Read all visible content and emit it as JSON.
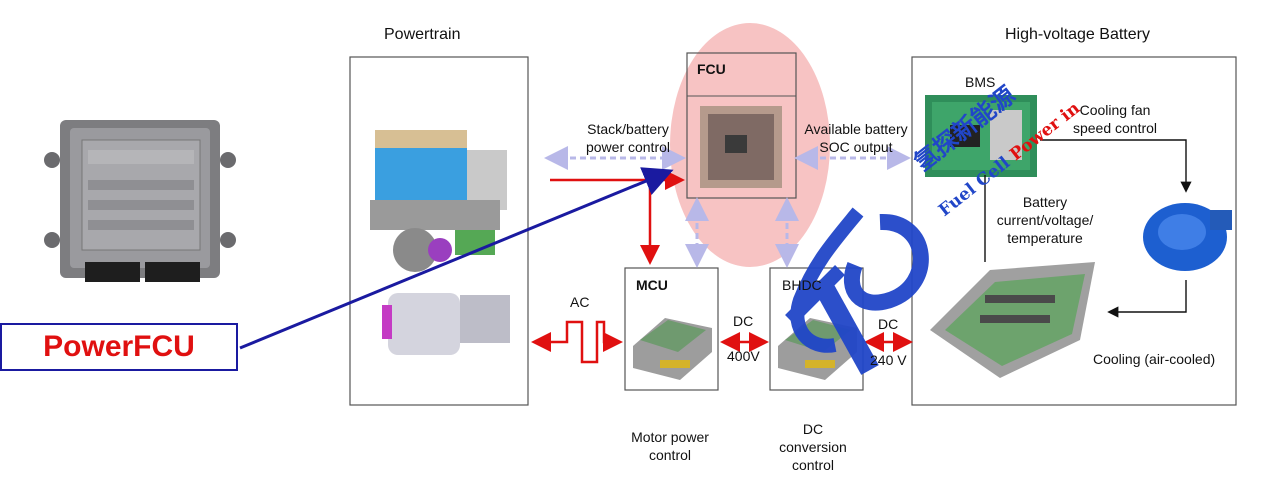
{
  "sections": {
    "powertrain": "Powertrain",
    "hv_battery": "High-voltage Battery"
  },
  "fcu": {
    "title": "FCU"
  },
  "bms": {
    "title": "BMS"
  },
  "mcu": {
    "title": "MCU"
  },
  "bhdc": {
    "title": "BHDC"
  },
  "labels": {
    "stack_control_1": "Stack/battery",
    "stack_control_2": "power control",
    "soc_output_1": "Available battery",
    "soc_output_2": "SOC output",
    "cooling_fan_1": "Cooling fan",
    "cooling_fan_2": "speed control",
    "battery_meas_1": "Battery",
    "battery_meas_2": "current/voltage/",
    "battery_meas_3": "temperature",
    "ac": "AC",
    "dc_left": "DC",
    "dc_left_voltage": "400V",
    "dc_right": "DC",
    "dc_right_voltage": "240 V",
    "cooling_air": "Cooling (air-cooled)",
    "motor_control_1": "Motor power",
    "motor_control_2": "control",
    "dc_conv_1": "DC",
    "dc_conv_2": "conversion",
    "dc_conv_3": "control"
  },
  "callout": {
    "text": "PowerFCU"
  },
  "watermark": {
    "chinese": "氢探新能源",
    "english_1": "Fuel Cell ",
    "english_2": "Power in"
  },
  "colors": {
    "red": "#e01010",
    "blue": "#1a1aa0",
    "dashed_arrow": "#b8b8e8",
    "fcu_circle": "#f6b8b8"
  }
}
